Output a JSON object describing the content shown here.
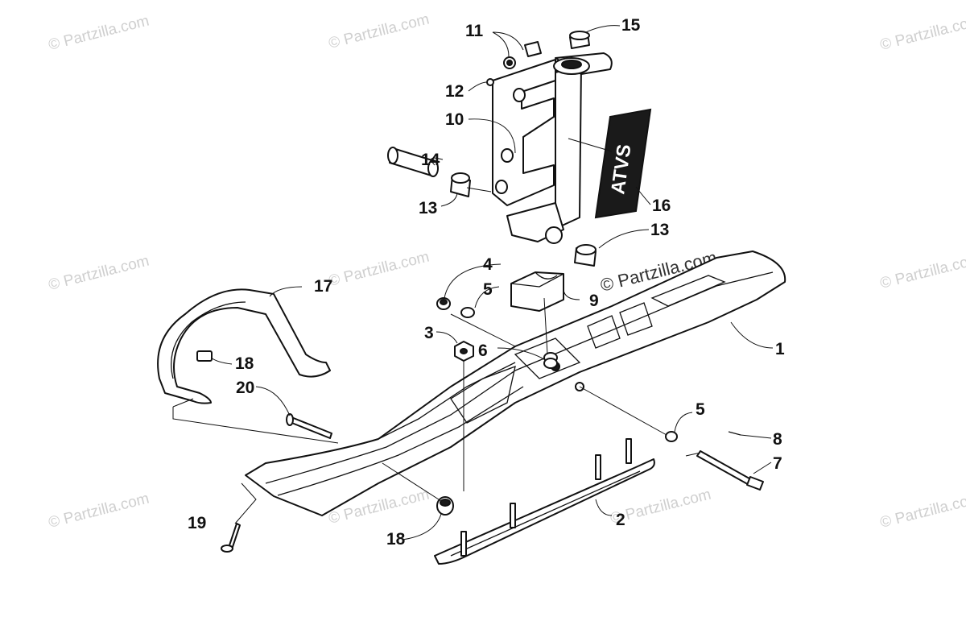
{
  "diagram": {
    "watermark": "© Partzilla.com",
    "callouts": [
      "1",
      "2",
      "3",
      "4",
      "5",
      "5",
      "6",
      "7",
      "8",
      "9",
      "10",
      "11",
      "12",
      "13",
      "13",
      "14",
      "15",
      "16",
      "17",
      "18",
      "18",
      "19",
      "20"
    ],
    "decal_text": "ATVS"
  }
}
